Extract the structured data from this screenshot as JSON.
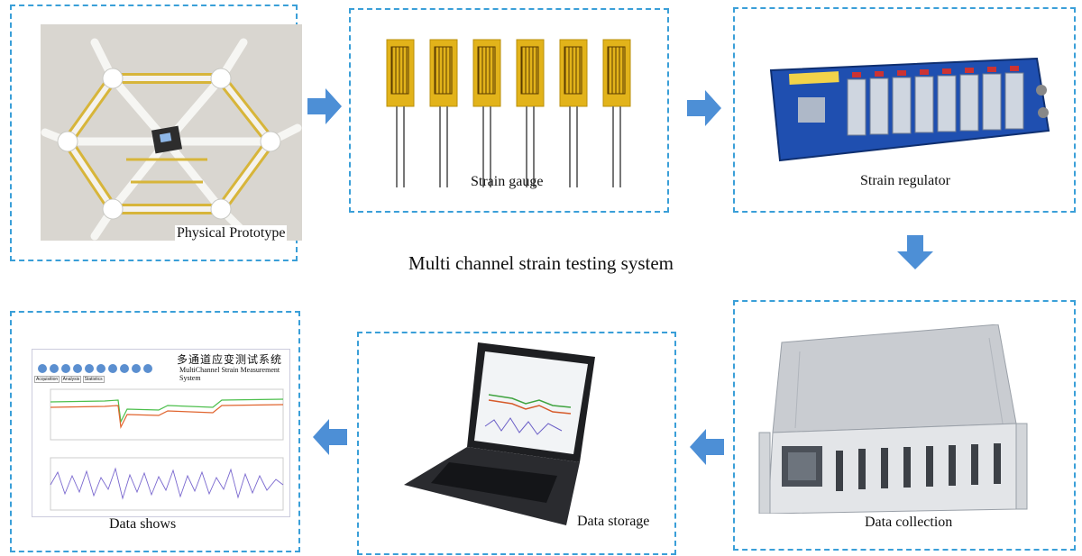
{
  "title": "Multi channel strain testing system",
  "stages": {
    "prototype": "Physical Prototype",
    "gauge": "Strain gauge",
    "regulator": "Strain regulator",
    "collection": "Data collection",
    "storage": "Data storage",
    "shows": "Data shows"
  },
  "software": {
    "title_cn": "多通道应变测试系统",
    "title_en": "MultiChannel Strain Measurement System",
    "tabs": [
      "Acquisition",
      "Analysis",
      "Statistics"
    ]
  },
  "colors": {
    "dash": "#3a9fd8",
    "arrow": "#4d8fd6",
    "gauge": "#e2b31a",
    "regulator": "#1f4fb0"
  },
  "flow": [
    "Physical Prototype",
    "Strain gauge",
    "Strain regulator",
    "Data collection",
    "Data storage",
    "Data shows"
  ]
}
